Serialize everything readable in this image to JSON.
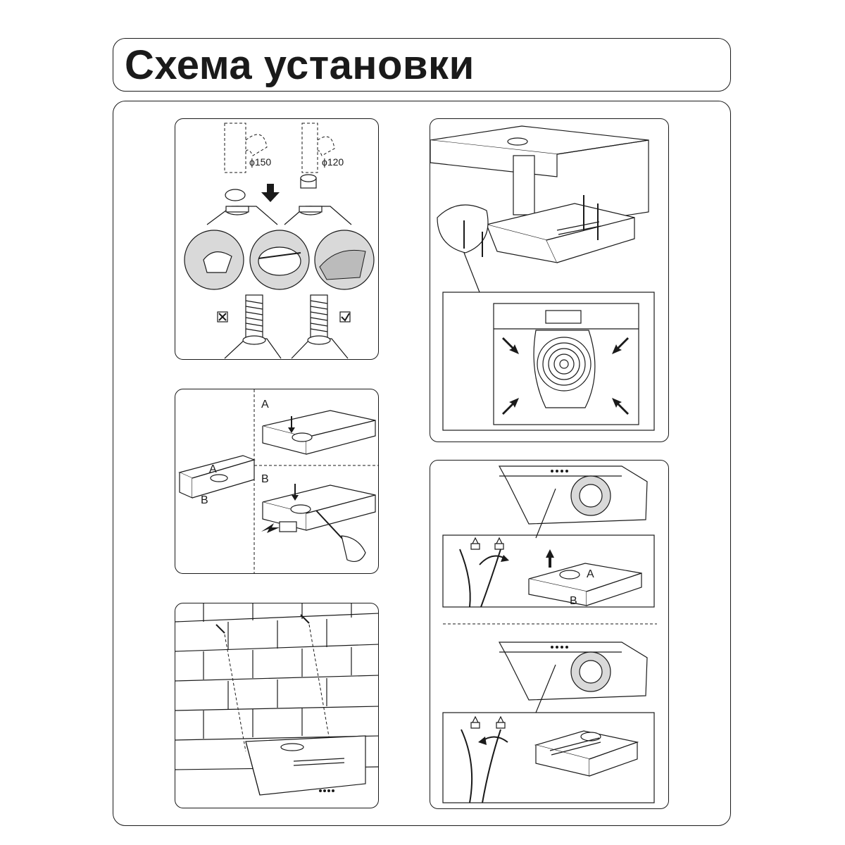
{
  "title": "Схема установки",
  "panel1": {
    "diam_large": "ϕ150",
    "diam_small": "ϕ120"
  },
  "panel2": {
    "label_a_top": "A",
    "label_b_top": "B",
    "label_a_left": "A",
    "label_b_left": "B"
  },
  "panel6": {
    "label_a": "A",
    "label_b": "B"
  }
}
